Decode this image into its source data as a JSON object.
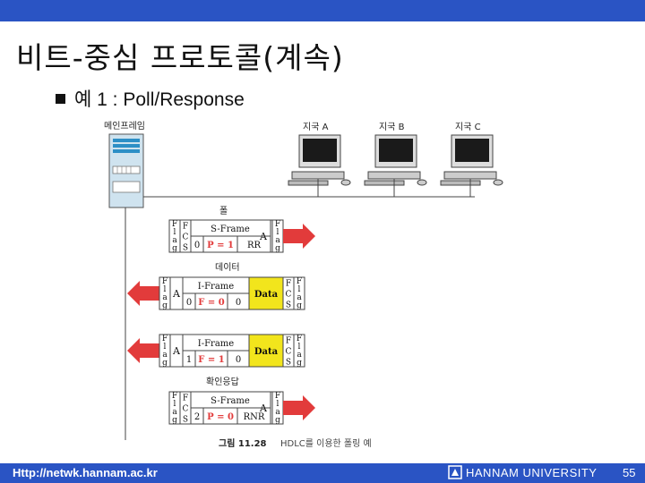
{
  "slide": {
    "title": "비트-중심 프로토콜(계속)",
    "bullet": "예 1 : Poll/Response",
    "page_number": "55"
  },
  "footer": {
    "url": "Http://netwk.hannam.ac.kr",
    "university": "HANNAM UNIVERSITY"
  },
  "figure": {
    "primary_label": "메인프레임",
    "stations": [
      "지국 A",
      "지국 B",
      "지국 C"
    ],
    "poll_label": "폴",
    "data_label": "데이터",
    "ack_label": "확인응답",
    "caption_number": "그림 11.28",
    "caption_text": "HDLC를 이용한 폴링 예",
    "flag_letters": [
      "F",
      "l",
      "a",
      "g"
    ],
    "fcs_letters": [
      "F",
      "C",
      "S"
    ],
    "address": "A",
    "frames": [
      {
        "direction": "right",
        "type": "S-Frame",
        "fields": [
          "0",
          "P = 1",
          "RR"
        ],
        "data": ""
      },
      {
        "direction": "left",
        "type": "I-Frame",
        "fields": [
          "0",
          "F = 0",
          "0"
        ],
        "data": "Data"
      },
      {
        "direction": "left",
        "type": "I-Frame",
        "fields": [
          "1",
          "F = 1",
          "0"
        ],
        "data": "Data"
      },
      {
        "direction": "right",
        "type": "S-Frame",
        "fields": [
          "2",
          "P = 0",
          "RNR"
        ],
        "data": ""
      }
    ],
    "colors": {
      "arrow": "#e23b3b",
      "highlight": "#f2e51c",
      "screen": "#1a1a1a",
      "primary_panel": "#cfe3ef",
      "primary_stripe": "#2d8fc6"
    }
  }
}
